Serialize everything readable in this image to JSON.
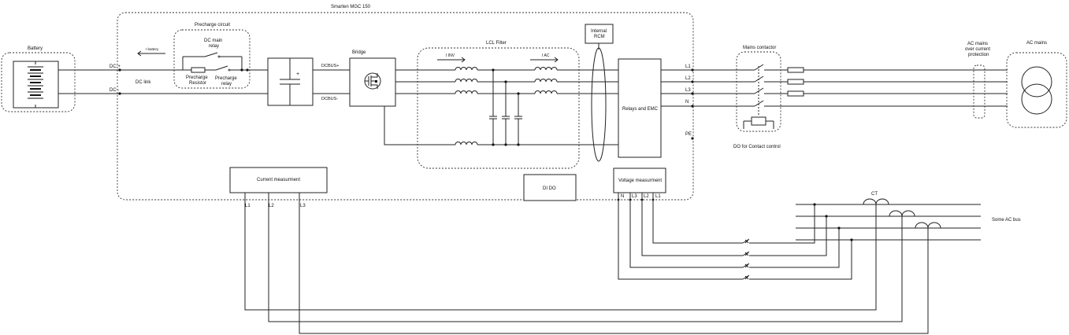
{
  "labels": {
    "system_title": "Smarten MGC 150",
    "battery": "Battery",
    "dc_plus": "DC +",
    "dc_minus": "DC -",
    "dc_link": "DC link",
    "i_battery": "I battery",
    "precharge_circuit": "Precharge circuit",
    "dc_main_relay_1": "DC main",
    "dc_main_relay_2": "relay",
    "precharge_resistor_1": "Precharge",
    "precharge_resistor_2": "Resistor",
    "precharge_relay_1": "Precharge",
    "precharge_relay_2": "relay",
    "dcbus_plus": "DCBUS+",
    "dcbus_minus": "DCBUS-",
    "capacitor_plus": "+",
    "bridge": "Bridge",
    "lcl_filter": "LCL Filter",
    "i_inv": "I INV",
    "i_ac": "I AC",
    "internal_rcm_1": "Internal",
    "internal_rcm_2": "RCM",
    "relays_emc": "Relays and EMC",
    "l1": "L1",
    "l2": "L2",
    "l3": "L3",
    "n": "N",
    "pe": "PE",
    "mains_contactor": "Mains contactor",
    "do_contact": "DO for Contact control",
    "ac_protection_1": "AC mains",
    "ac_protection_2": "over current",
    "ac_protection_3": "protection",
    "ac_mains": "AC mains",
    "current_measurement": "Current measurment",
    "voltage_measurement": "Voltage measurment",
    "di_do": "DI DO",
    "cm_l1": "L1",
    "cm_l2": "L2",
    "cm_l3": "L3",
    "vm_n": "N",
    "vm_l3": "L3",
    "vm_l2": "L2",
    "vm_l1": "L1",
    "ct": "CT",
    "some_ac_bus": "Some AC bus"
  },
  "colors": {
    "line": "#222222",
    "dashed": "#333333",
    "background": "#ffffff"
  }
}
